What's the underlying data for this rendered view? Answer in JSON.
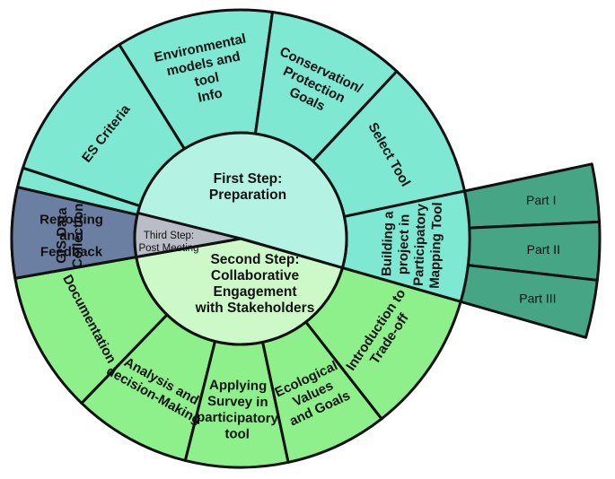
{
  "colors": {
    "prep_outer": "#7ee8d2",
    "prep_inner": "#b4f2e3",
    "collab_outer": "#8ef08a",
    "collab_inner": "#ccf9c7",
    "report_outer": "#6b7fa3",
    "report_inner": "#b9bdc6",
    "parts": "#45a585",
    "stroke": "#111111"
  },
  "hubs": {
    "preparation": "First Step:\nPreparation",
    "collaborative": "Second Step:\nCollaborative\nEngagement\nwith Stakeholders",
    "post_meeting": "Third Step:\nPost Meeting"
  },
  "preparation_segments": [
    {
      "label": "GIS Data\nCollection",
      "a0": 164,
      "a1": 198
    },
    {
      "label": "ES Criteria",
      "a0": 198,
      "a1": 238
    },
    {
      "label": "Environmental\nmodels and\ntool\nInfo",
      "a0": 238,
      "a1": 278
    },
    {
      "label": "Conservation/\nProtection\nGoals",
      "a0": 278,
      "a1": 313
    },
    {
      "label": "Select Tool",
      "a0": 313,
      "a1": 348
    },
    {
      "label": "Building a\nproject in\nParticipatory\nMapping Tool",
      "a0": 348,
      "a1": 376
    }
  ],
  "collaborative_segments": [
    {
      "label": "Introduction to\nTrade-off",
      "a0": 16,
      "a1": 52
    },
    {
      "label": "Ecological\nValues\nand Goals",
      "a0": 52,
      "a1": 78
    },
    {
      "label": "Applying\nSurvey in\nparticipatory\ntool",
      "a0": 78,
      "a1": 104
    },
    {
      "label": "Analysis and\ndecision-Making",
      "a0": 104,
      "a1": 134
    },
    {
      "label": "Documentation",
      "a0": 134,
      "a1": 170
    }
  ],
  "post_meeting_segments": [
    {
      "label": "Reporting\nand\nFeedback",
      "a0": 170,
      "a1": 180
    }
  ],
  "tool_parts": [
    "Part I",
    "Part II",
    "Part III"
  ]
}
